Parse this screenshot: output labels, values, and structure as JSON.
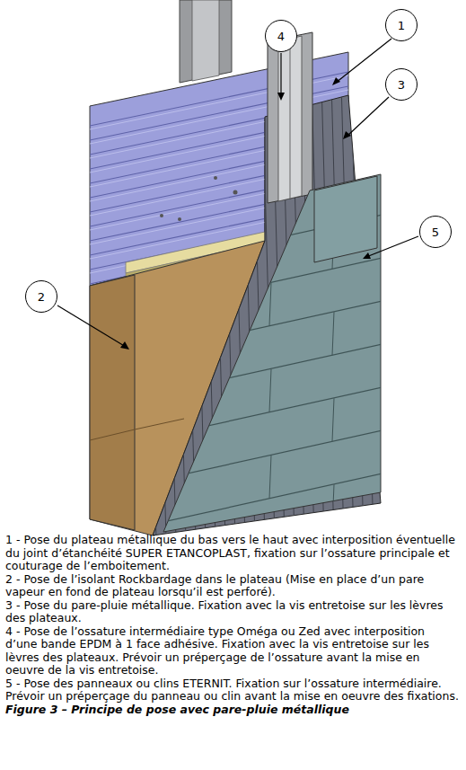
{
  "diagram": {
    "caption": "Figure 3 – Principe de pose avec pare-pluie métallique",
    "nodes": [
      {
        "text": [
          "1"
        ]
      },
      {
        "text": [
          "4"
        ]
      },
      {
        "text": [
          "3"
        ]
      },
      {
        "text": [
          "5"
        ]
      },
      {
        "text": [
          "2"
        ]
      }
    ],
    "labels": [
      "1 - Pose du plateau métallique du bas vers le haut avec interposition éventuelle du joint d’étanchéité SUPER ETANCOPLAST, fixation sur l’ossature principale et couturage de l’emboitement.",
      "2 - Pose de l’isolant Rockbardage dans le plateau (Mise en place d’un pare vapeur en fond de plateau lorsqu’il est perforé).",
      "3 - Pose du pare-pluie métallique. Fixation avec la vis entretoise sur les lèvres des plateaux.",
      "4 - Pose de l’ossature intermédiaire type Oméga ou Zed avec interposition d’une bande EPDM à 1 face adhésive. Fixation avec la vis entretoise sur les lèvres des plateaux. Prévoir un préperçage de l’ossature avant la mise en oeuvre de la vis entretoise.",
      "5 - Pose des panneaux ou clins ETERNIT. Fixation sur l’ossature intermédiaire. Prévoir un préperçage du panneau ou clin avant la mise en oeuvre des fixations."
    ]
  }
}
